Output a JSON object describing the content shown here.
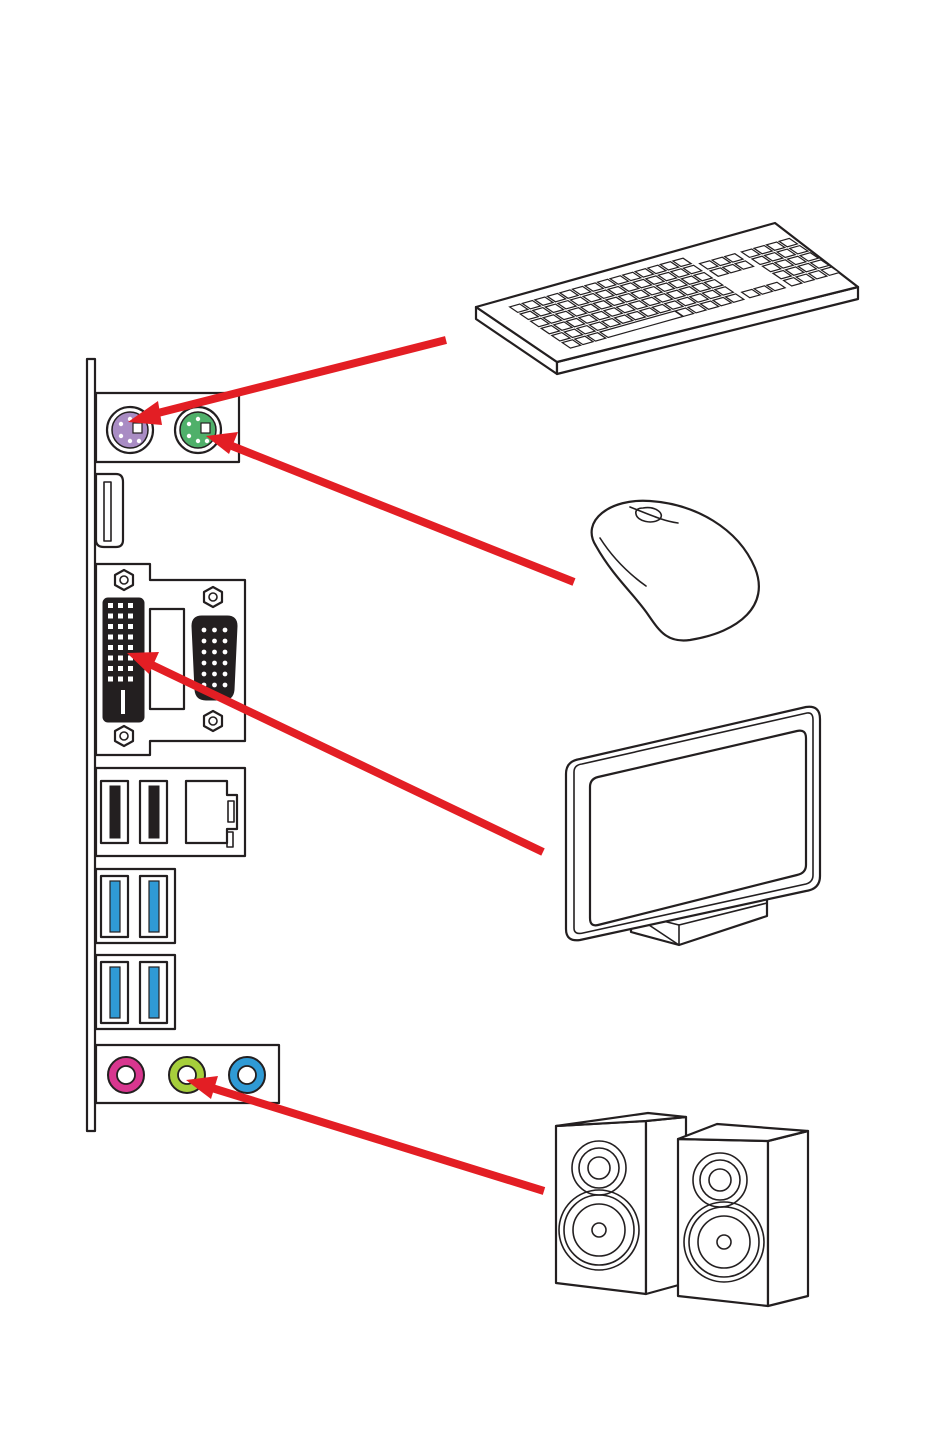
{
  "colors": {
    "arrow": "#e31e24",
    "outline": "#231f20",
    "ps2_keyboard_port": "#a98cc4",
    "ps2_mouse_port": "#4fb06a",
    "usb3_port": "#2f9ad5",
    "audio_mic_in": "#d8368f",
    "audio_line_out": "#a6cf3b",
    "audio_line_in": "#2f9ad5"
  },
  "icons": [
    "io-panel-icon",
    "keyboard-icon",
    "mouse-icon",
    "monitor-icon",
    "speakers-icon"
  ],
  "connections": [
    {
      "device": "keyboard-icon",
      "port": "ps2-keyboard-port"
    },
    {
      "device": "mouse-icon",
      "port": "ps2-mouse-port"
    },
    {
      "device": "monitor-icon",
      "port": "dvi-port"
    },
    {
      "device": "speakers-icon",
      "port": "audio-line-out-port"
    }
  ]
}
